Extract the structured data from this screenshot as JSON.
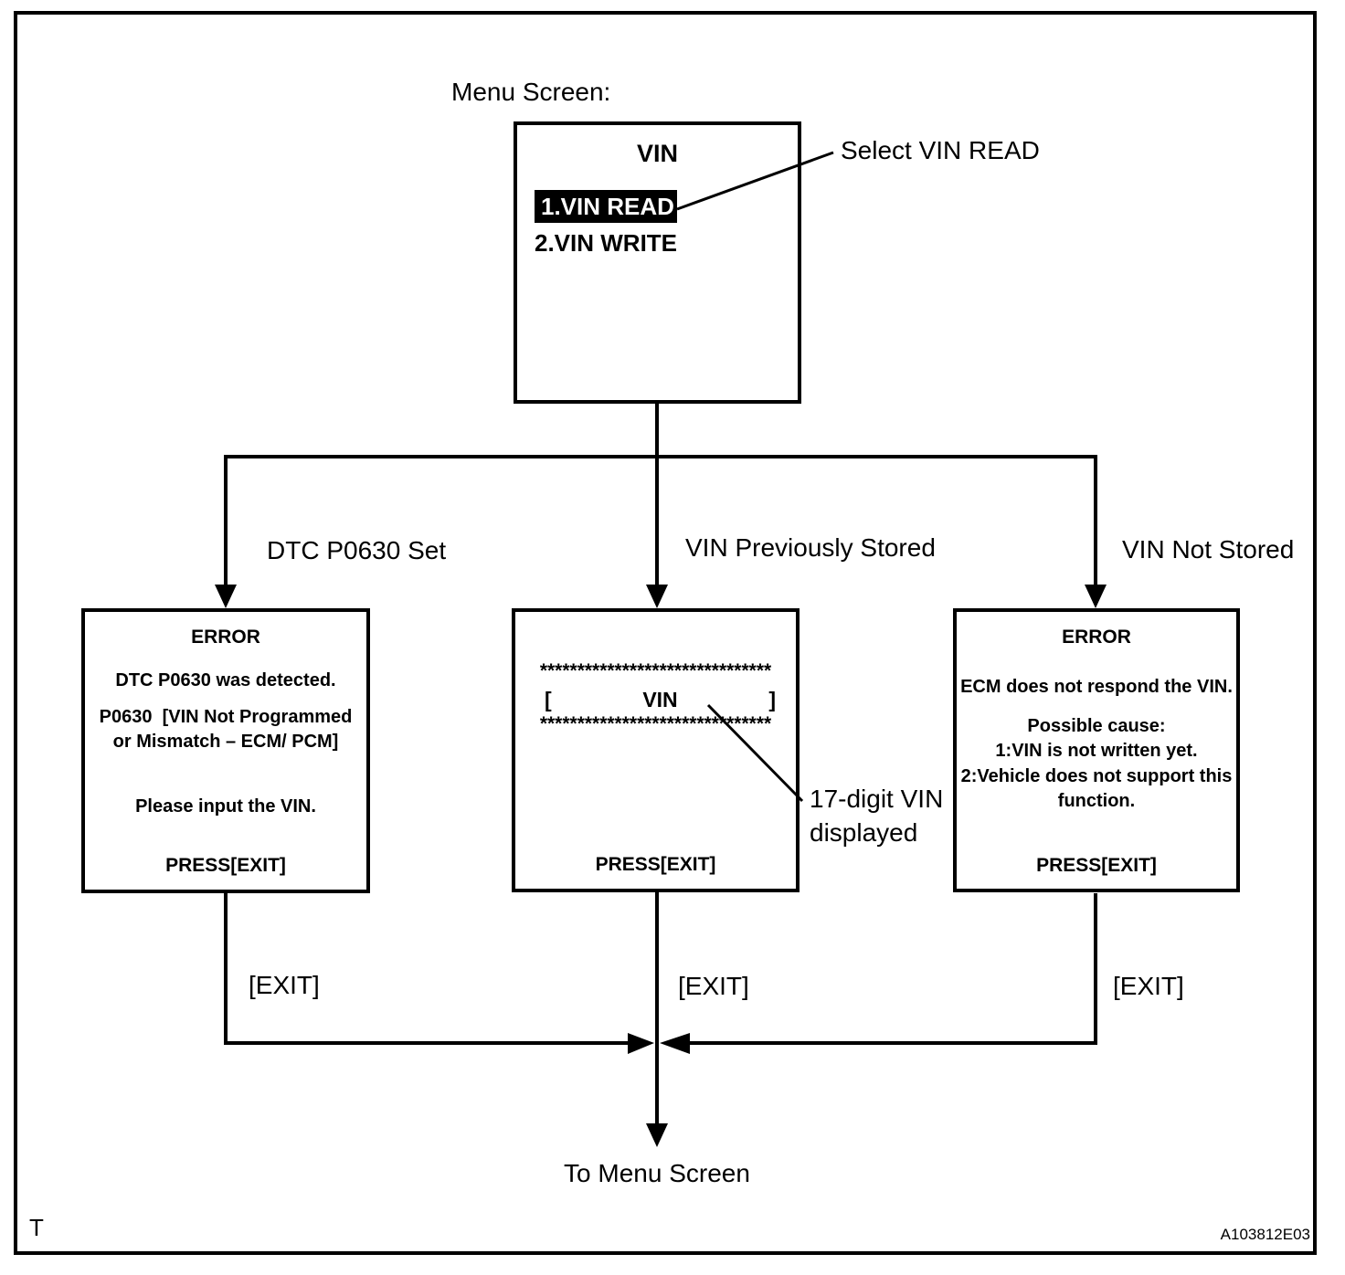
{
  "colors": {
    "ink": "#000000",
    "paper": "#ffffff"
  },
  "labels": {
    "menu_screen": "Menu Screen:",
    "select_vin_read": "Select VIN READ",
    "to_menu_screen": "To Menu Screen",
    "page_marker": "T",
    "figure_id": "A103812E03"
  },
  "menu_box": {
    "title": "VIN",
    "items": [
      {
        "label": "1.VIN READ",
        "selected": true
      },
      {
        "label": "2.VIN WRITE",
        "selected": false
      }
    ]
  },
  "branches": {
    "left": {
      "condition": "DTC P0630 Set",
      "exit_label": "[EXIT]"
    },
    "middle": {
      "condition": "VIN Previously Stored",
      "exit_label": "[EXIT]"
    },
    "right": {
      "condition": "VIN Not Stored",
      "exit_label": "[EXIT]"
    }
  },
  "dtc_error_screen": {
    "title": "ERROR",
    "lines": [
      "DTC P0630 was detected.",
      "P0630  [VIN Not Programmed",
      "or Mismatch – ECM/ PCM]",
      "Please input the VIN."
    ],
    "press": "PRESS[EXIT]"
  },
  "vin_display_screen": {
    "stars": "*******************************",
    "bracket_open": "[",
    "vin": "VIN",
    "bracket_close": "]",
    "press": "PRESS[EXIT]",
    "annotation": [
      "17-digit VIN",
      "displayed"
    ]
  },
  "no_response_screen": {
    "title": "ERROR",
    "lines": [
      "ECM does not respond the VIN.",
      "Possible cause:",
      "1:VIN is not written yet.",
      "2:Vehicle does not support this",
      "function."
    ],
    "press": "PRESS[EXIT]"
  }
}
